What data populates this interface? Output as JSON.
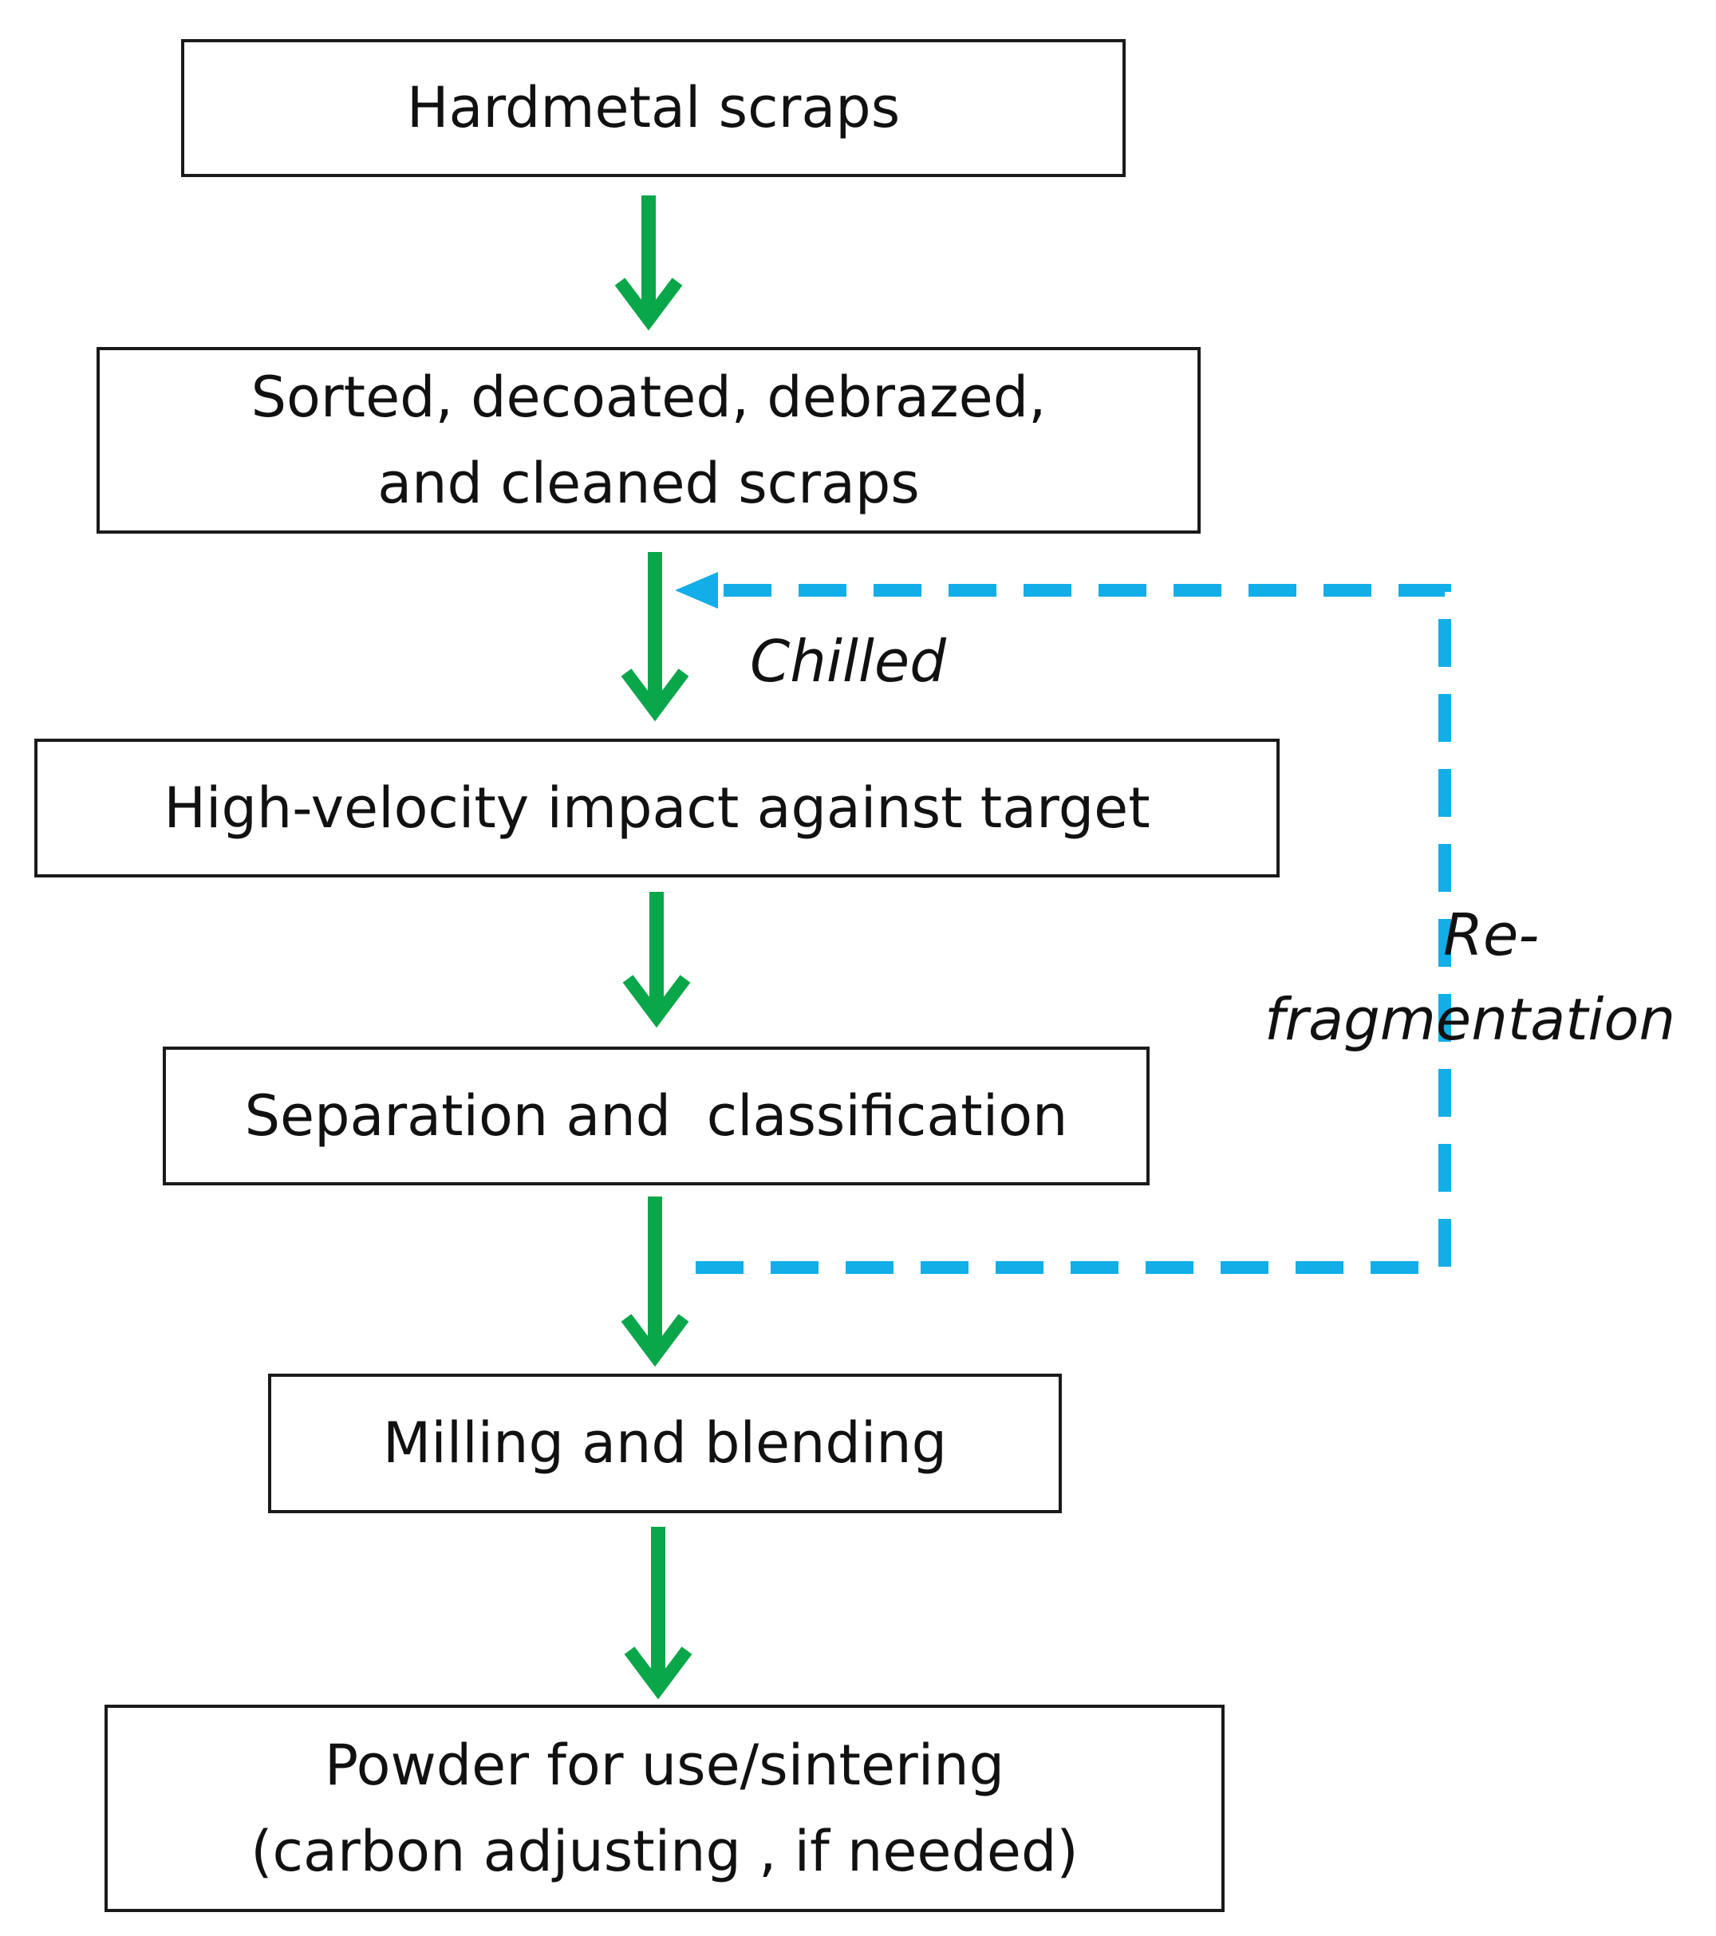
{
  "boxes": [
    {
      "lines": [
        "Hardmetal scraps"
      ]
    },
    {
      "lines": [
        "Sorted, decoated, debrazed,",
        "and cleaned scraps"
      ]
    },
    {
      "lines": [
        "High-velocity impact against target"
      ]
    },
    {
      "lines": [
        "Separation and  classification"
      ]
    },
    {
      "lines": [
        "Milling and blending"
      ]
    },
    {
      "lines": [
        "Powder for use/sintering",
        "(carbon adjusting , if needed)"
      ]
    }
  ],
  "labels": {
    "chilled": "Chilled",
    "refragmentation_line1": "Re-",
    "refragmentation_line2": "fragmentation"
  },
  "colors": {
    "flow_arrow": "#0aa64a",
    "loop_arrow": "#12aee8",
    "box_border": "#1a1a1a"
  }
}
